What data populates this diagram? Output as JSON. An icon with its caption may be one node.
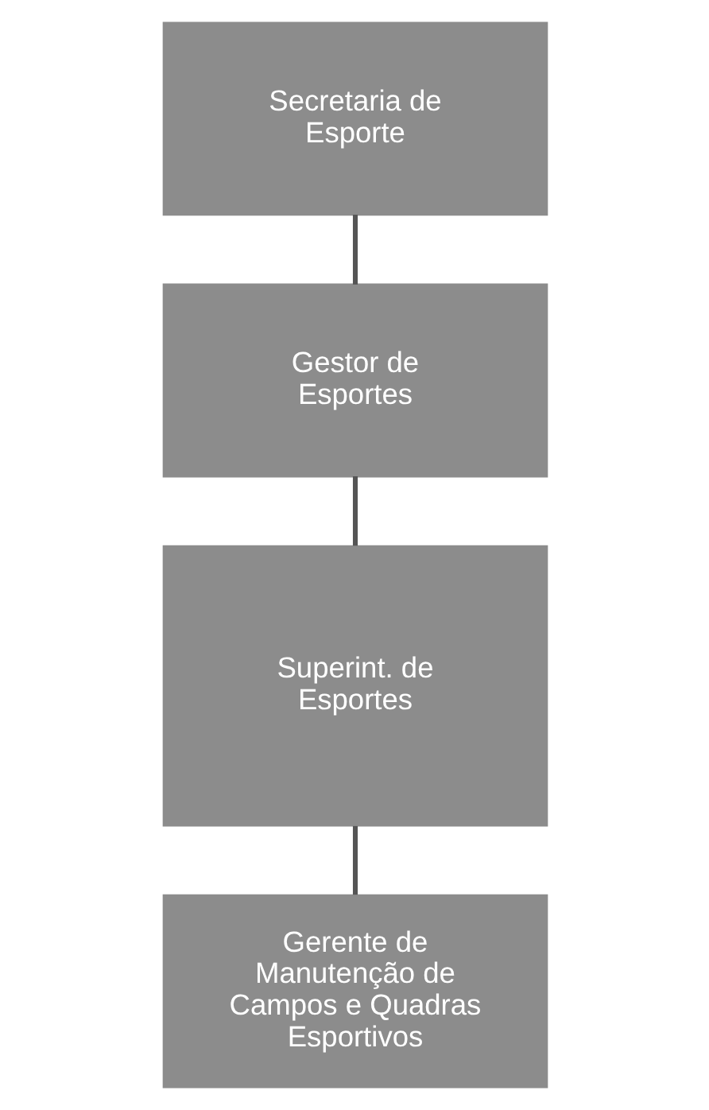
{
  "diagram": {
    "nodes": [
      {
        "text": [
          "Secretaria de Esporte"
        ]
      },
      {
        "text": [
          "Gestor de Esportes"
        ]
      },
      {
        "text": [
          "Superint. de Esportes"
        ]
      },
      {
        "text": [
          "Gerente de Manutenção de Campos e Quadras Esportivos"
        ]
      }
    ],
    "edges": [
      {
        "from": 0,
        "to": 1,
        "arrow": "none"
      },
      {
        "from": 1,
        "to": 2,
        "arrow": "none"
      },
      {
        "from": 2,
        "to": 3,
        "arrow": "none"
      }
    ]
  }
}
